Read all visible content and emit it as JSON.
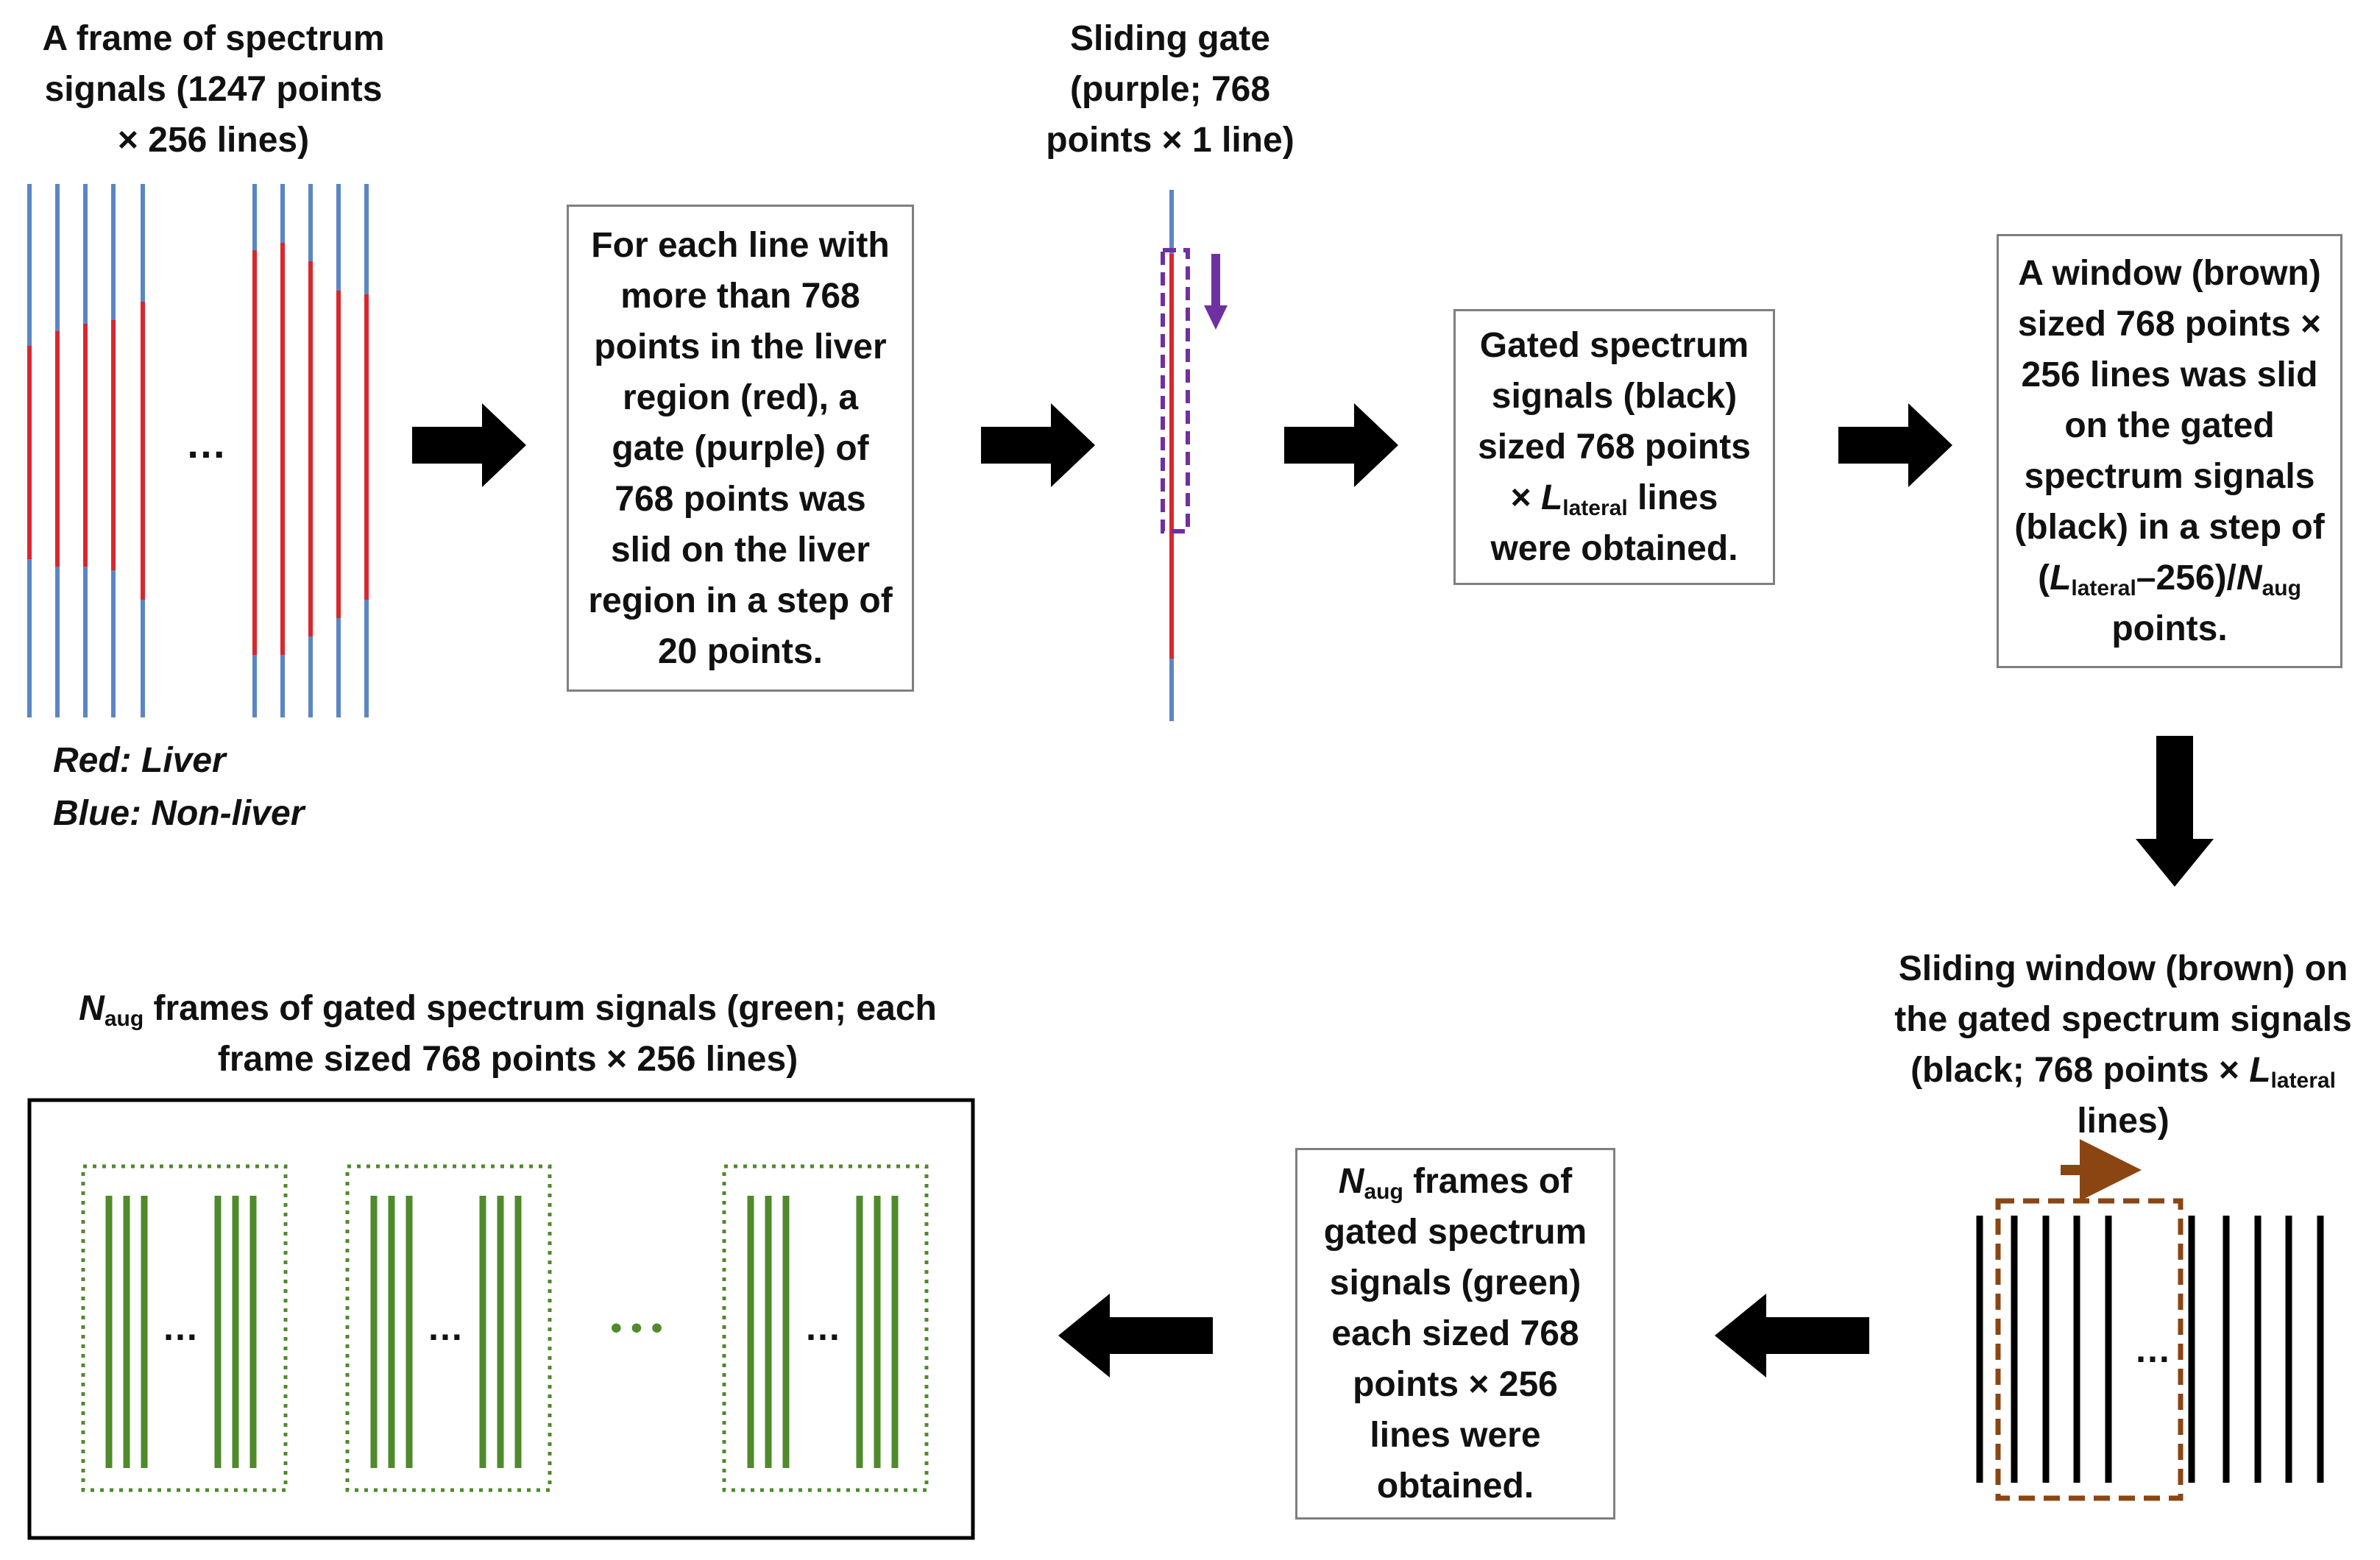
{
  "colors": {
    "liver_red": "#d9272e",
    "nonliver_blue": "#5b86c5",
    "gate_purple": "#7030a0",
    "window_brown": "#8b4513",
    "frame_green": "#4f8a2b",
    "arrow_black": "#000000"
  },
  "step1": {
    "title_line1": "A frame of spectrum",
    "title_line2": "signals  (1247 points",
    "title_line3": "× 256 lines)",
    "ellipsis": "…",
    "legend_red": "Red: Liver",
    "legend_blue": "Blue: Non-liver"
  },
  "step2": {
    "lines": [
      "For each line with",
      "more than 768",
      "points in the liver",
      "region (red), a",
      "gate (purple) of",
      "768 points was",
      "slid on the liver",
      "region in a step of",
      "20 points."
    ]
  },
  "step3": {
    "title_line1": "Sliding gate",
    "title_line2": "(purple; 768",
    "title_line3": "points × 1 line)"
  },
  "step4": {
    "line1": "Gated spectrum",
    "line2": "signals (black)",
    "line3": "sized 768 points",
    "line4_prefix": "×",
    "line4_symbol": "L",
    "line4_sub": "lateral",
    "line4_suffix": "lines",
    "line5": "were obtained."
  },
  "step5": {
    "line1": "A window (brown)",
    "line2": "sized 768 points ×",
    "line3": "256 lines was slid",
    "line4": "on the gated",
    "line5": "spectrum signals",
    "line6": "(black) in a step of",
    "line7_open": "(",
    "line7_symbol": "L",
    "line7_sub": "lateral",
    "line7_mid": "–256)/",
    "line7_symbol2": "N",
    "line7_sub2": "aug",
    "line8": "points."
  },
  "step6": {
    "line1": "Sliding window (brown) on",
    "line2": "the gated spectrum signals",
    "line3_prefix": "(black; 768 points ×",
    "line3_symbol": "L",
    "line3_sub": "lateral",
    "line4": "lines)",
    "ellipsis": "…"
  },
  "step7": {
    "line1_symbol": "N",
    "line1_sub": "aug",
    "line1_suffix": "frames of",
    "line2": "gated spectrum",
    "line3": "signals (green)",
    "line4": "each sized 768",
    "line5": "points × 256",
    "line6": "lines were",
    "line7": "obtained."
  },
  "step8": {
    "title_symbol": "N",
    "title_sub": "aug",
    "title_line1_suffix": "frames of gated spectrum signals (green; each",
    "title_line2": "frame sized 768 points × 256 lines)",
    "ellipsis": "…",
    "dots": "• • •"
  }
}
